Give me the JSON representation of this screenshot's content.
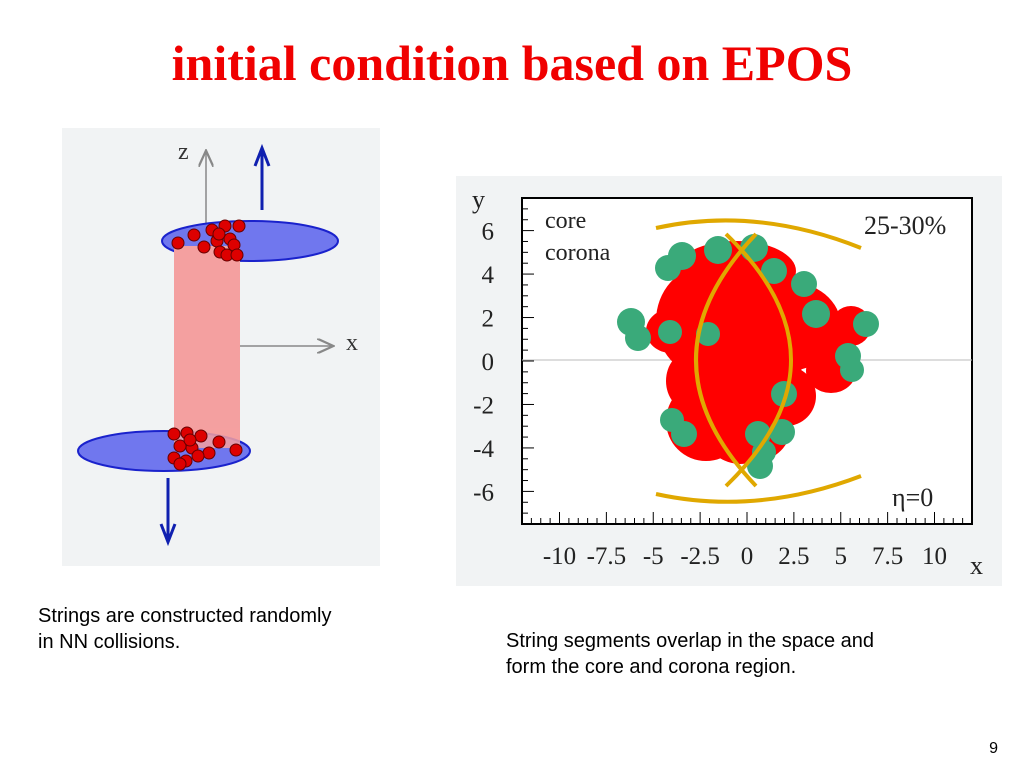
{
  "slide": {
    "title": "initial condition based on EPOS",
    "page_number": "9"
  },
  "left_diagram": {
    "axis_z_label": "z",
    "axis_x_label": "x",
    "caption_line1": "Strings are constructed randomly",
    "caption_line2": "in NN collisions."
  },
  "right_plot": {
    "y_axis_label": "y",
    "x_axis_label": "x",
    "legend_core": "core",
    "legend_corona": "corona",
    "centrality": "25-30%",
    "eta_label": "η=0",
    "caption_line1": "String segments overlap in the space and",
    "caption_line2": "form the core and corona region."
  },
  "chart_data": {
    "type": "scatter",
    "xlabel": "x",
    "ylabel": "y",
    "xlim": [
      -12,
      12
    ],
    "ylim": [
      -7.5,
      7.5
    ],
    "x_ticks": [
      "-10",
      "-7.5",
      "-5",
      "-2.5",
      "0",
      "2.5",
      "5",
      "7.5",
      "10"
    ],
    "y_ticks": [
      "6",
      "4",
      "2",
      "0",
      "-2",
      "-4",
      "-6"
    ],
    "series": [
      {
        "name": "core",
        "color": "#ff0000"
      },
      {
        "name": "corona",
        "color": "#3aaa7a"
      }
    ],
    "colors": {
      "core": "#ff0000",
      "corona": "#3aaa7a",
      "overlap_curves": "#e0a800"
    }
  },
  "colors": {
    "title": "#f00000",
    "disk_fill": "#7077ee",
    "disk_edge": "#1a22cc",
    "string_tube": "#f4a0a0",
    "nucleon": "#dd0000",
    "arrow": "#1020b0"
  }
}
